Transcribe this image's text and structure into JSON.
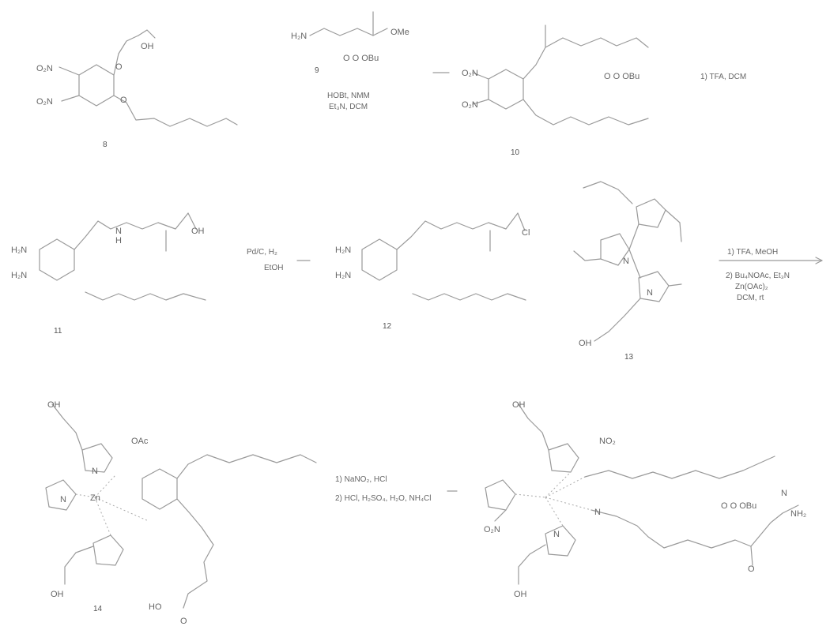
{
  "compounds": {
    "c8": "8",
    "c9": "9",
    "c10": "10",
    "c11": "11",
    "c12": "12",
    "c13": "13",
    "c14": "14",
    "c15": ""
  },
  "reagents": {
    "r9_top": "H₂N",
    "r9_ome": "OMe",
    "r9_boc": "O  O  OBu",
    "r_step1a": "HOBt, NMM",
    "r_step1b": "Et₃N, DCM",
    "r_step2": "1) TFA, DCM",
    "r_step3a": "Pd/C, H₂",
    "r_step3b": "EtOH",
    "r_step4a": "1) TFA, MeOH",
    "r_step4b": "2) Bu₄NOAc, Et₃N",
    "r_step4c": "Zn(OAc)₂",
    "r_step4d": "DCM, rt",
    "r_step5a": "1) NaNO₂, HCl",
    "r_step5b": "2) HCl, H₂SO₄, H₂O, NH₄Cl"
  },
  "atoms": {
    "o2n_a": "O₂N",
    "o2n_b": "O₂N",
    "oh_8": "OH",
    "o_8a": "O",
    "o_8b": "O",
    "me_tail": "OMe",
    "h2n_a": "H₂N",
    "h2n_b": "H₂N",
    "nh": "N",
    "h": "H",
    "oh_11": "OH",
    "cl": "Cl",
    "oh_14a": "OH",
    "oh_14b": "OH",
    "oac": "OAc",
    "zn": "Zn",
    "n": "N",
    "nh2": "NH₂",
    "no2": "NO₂",
    "cooh": "HO",
    "o_label": "O"
  }
}
